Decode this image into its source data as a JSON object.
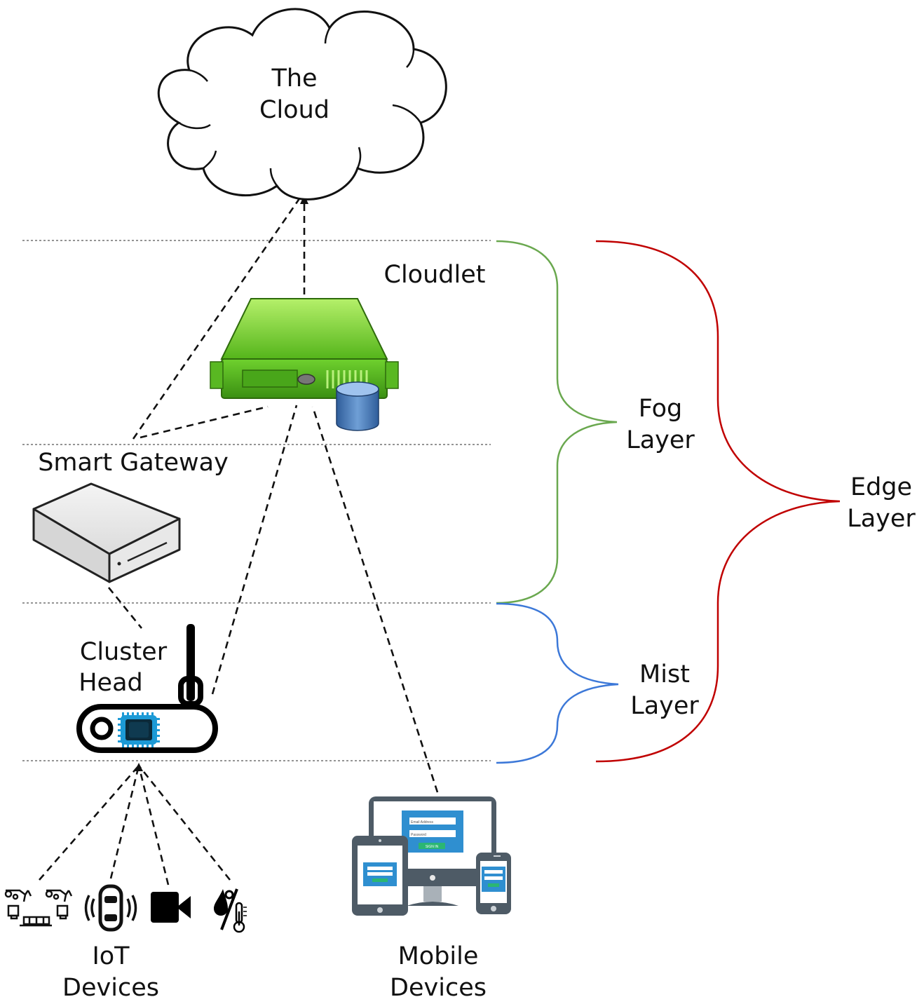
{
  "cloud": {
    "line1": "The",
    "line2": "Cloud"
  },
  "cloudlet": {
    "label": "Cloudlet"
  },
  "smart_gateway": {
    "label": "Smart Gateway"
  },
  "cluster_head": {
    "line1": "Cluster",
    "line2": "Head"
  },
  "iot_devices": {
    "line1": "IoT",
    "line2": "Devices"
  },
  "mobile_devices": {
    "line1": "Mobile",
    "line2": "Devices",
    "screen": {
      "email_placeholder": "Email Address",
      "password_placeholder": "Password",
      "button": "SIGN IN"
    }
  },
  "fog_layer": {
    "line1": "Fog",
    "line2": "Layer",
    "color": "#6aa84f"
  },
  "mist_layer": {
    "line1": "Mist",
    "line2": "Layer",
    "color": "#3c78d8"
  },
  "edge_layer": {
    "line1": "Edge",
    "line2": "Layer",
    "color": "#c00000"
  },
  "icons": [
    "cloud-icon",
    "server-icon",
    "database-icon",
    "gateway-box-icon",
    "router-icon",
    "robot-arms-icon",
    "smart-car-icon",
    "video-camera-icon",
    "humidity-temperature-icon",
    "monitor-icon",
    "tablet-icon",
    "phone-icon"
  ]
}
